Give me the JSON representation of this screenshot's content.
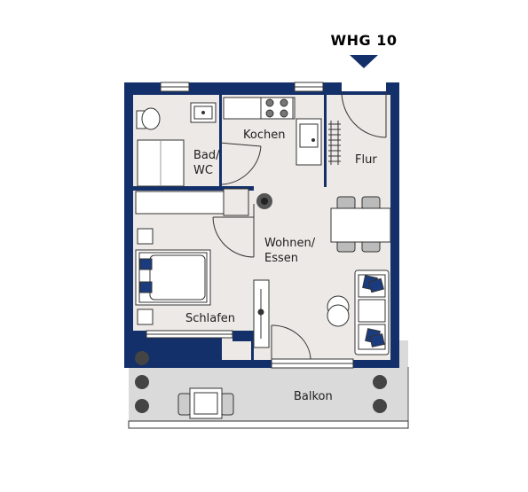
{
  "unit": {
    "label": "WHG 10",
    "marker_icon": "triangle-down-icon"
  },
  "rooms": {
    "kitchen": "Kochen",
    "bath_line1": "Bad/",
    "bath_line2": "WC",
    "hall": "Flur",
    "living_line1": "Wohnen/",
    "living_line2": "Essen",
    "bedroom": "Schlafen",
    "balcony": "Balkon"
  },
  "colors": {
    "wall": "#13306a",
    "floor": "#ede9e6",
    "balcony": "#dadada",
    "accent": "#1a3b7e"
  }
}
